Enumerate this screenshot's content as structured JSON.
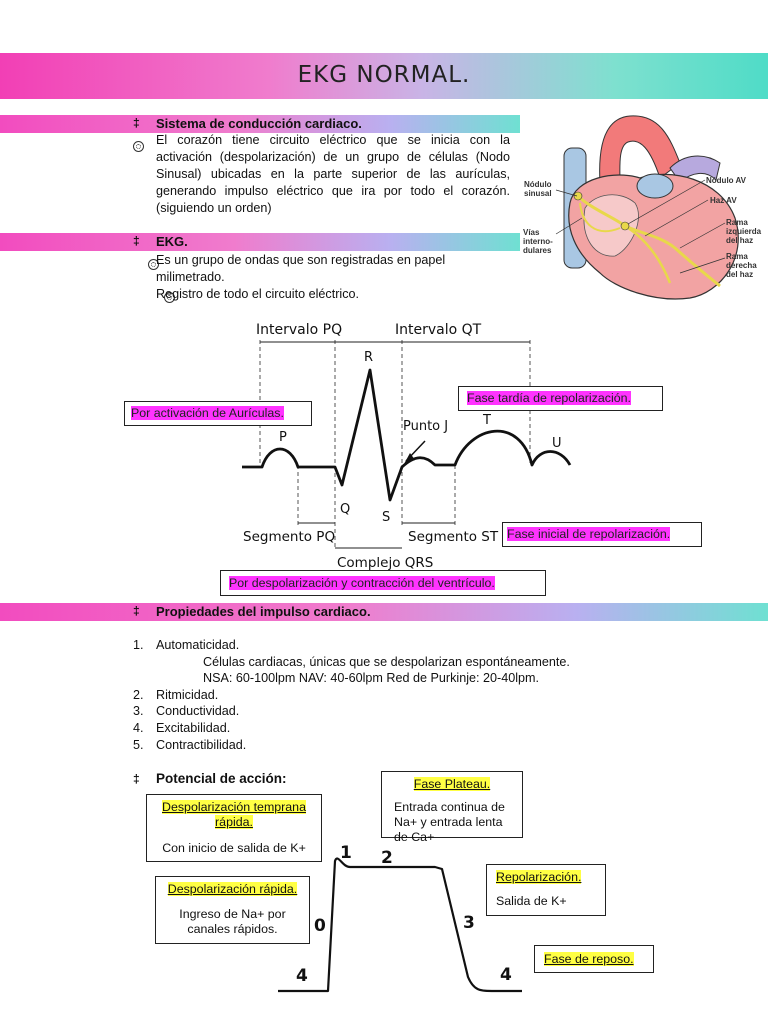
{
  "title": "EKG NORMAL.",
  "section1": {
    "heading": "Sistema de conducción cardiaco.",
    "text": "El corazón tiene circuito eléctrico que se inicia con la activación (despolarización) de un grupo de células (Nodo Sinusal) ubicadas en la parte superior de las aurículas, generando impulso eléctrico que ira por todo el corazón. (siguiendo un orden)"
  },
  "section2": {
    "heading": "EKG.",
    "bullets": [
      "Es un grupo de ondas que son registradas en papel milimetrado.",
      "Registro de todo el circuito eléctrico."
    ]
  },
  "heart_labels": {
    "nodulo_sinusal": "Nódulo sinusal",
    "vias_internodulares": "Vías interno-dulares",
    "nodulo_av": "Nódulo AV",
    "haz_av": "Haz AV",
    "rama_izquierda": "Rama izquierda del haz",
    "rama_derecha": "Rama derecha del haz"
  },
  "ekg_diagram": {
    "intervalo_pq": "Intervalo PQ",
    "intervalo_qt": "Intervalo QT",
    "wave_p": "P",
    "wave_q": "Q",
    "wave_r": "R",
    "wave_s": "S",
    "wave_t": "T",
    "wave_u": "U",
    "punto_j": "Punto J",
    "segmento_pq": "Segmento PQ",
    "segmento_st": "Segmento ST",
    "complejo_qrs": "Complejo QRS",
    "note_auriculas": "Por activación de Aurículas.",
    "note_fase_tardia": "Fase tardía de repolarización.",
    "note_fase_inicial": "Fase inicial de repolarización.",
    "note_ventriculo": "Por despolarización y contracción del ventrículo."
  },
  "section3": {
    "heading": "Propiedades del impulso cardiaco.",
    "items": [
      {
        "num": "1.",
        "label": "Automaticidad."
      },
      {
        "num": "2.",
        "label": "Ritmicidad."
      },
      {
        "num": "3.",
        "label": "Conductividad."
      },
      {
        "num": "4.",
        "label": "Excitabilidad."
      },
      {
        "num": "5.",
        "label": "Contractibilidad."
      }
    ],
    "auto_detail_1": "Células cardiacas, únicas que se despolarizan espontáneamente.",
    "auto_detail_2": "NSA: 60-100lpm NAV: 40-60lpm Red de Purkinje: 20-40lpm."
  },
  "section4": {
    "heading": "Potencial de acción:",
    "phases": {
      "p0": "0",
      "p1": "1",
      "p2": "2",
      "p3": "3",
      "p4a": "4",
      "p4b": "4"
    },
    "box_temprana_title": "Despolarización temprana rápida.",
    "box_temprana_body": "Con inicio de salida de K+",
    "box_rapida_title": "Despolarización rápida.",
    "box_rapida_body": "Ingreso de Na+ por canales rápidos.",
    "box_plateau_title": "Fase Plateau.",
    "box_plateau_body": "Entrada continua de Na+ y entrada lenta de Ca+",
    "box_repol_title": "Repolarización.",
    "box_repol_body": "Salida de K+",
    "box_reposo_title": "Fase de reposo."
  }
}
